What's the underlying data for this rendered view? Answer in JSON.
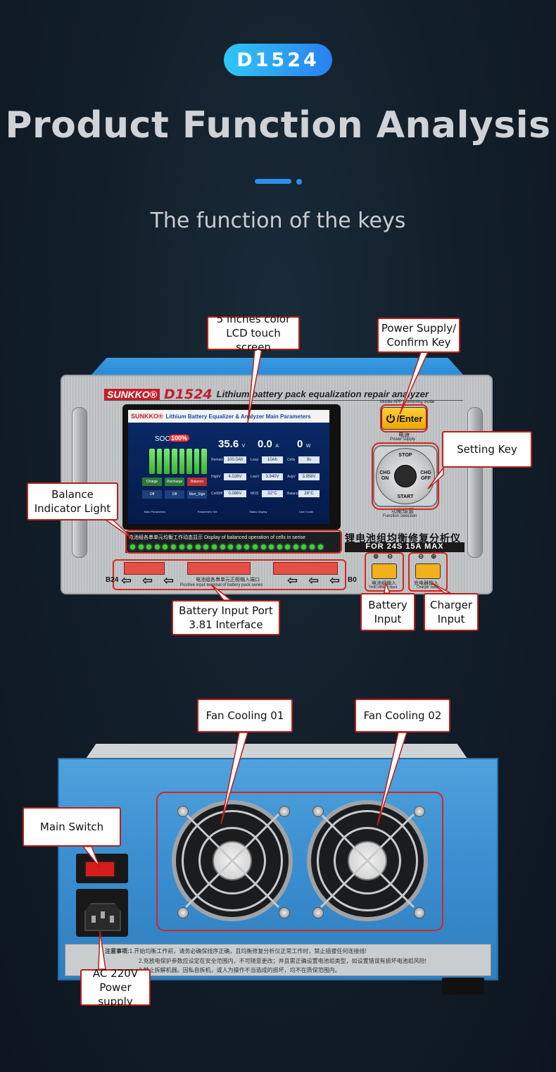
{
  "header": {
    "model_badge": "D1524",
    "title": "Product Function Analysis",
    "subtitle": "The function of the keys"
  },
  "front": {
    "brand_logo": "SUNKKO®",
    "brand_model": "D1524",
    "brand_desc": "Lithium battery pack equalization repair analyzer",
    "screen": {
      "logo": "SUNKKO®",
      "title": "Lithium Battery Equalizer & Analyzer Main Parameters",
      "soc_label": "SOC",
      "soc_value": "100%",
      "voltage": "35.6",
      "voltage_unit": "V",
      "current": "0.0",
      "current_unit": "A",
      "power": "0",
      "power_unit": "W",
      "rows": [
        {
          "l1": "Remain",
          "v1": "100.0Ah",
          "l2": "Loop",
          "v2": "10Ah",
          "l3": "Cells",
          "v3": "9s"
        },
        {
          "l1": "HighV",
          "v1": "4.026V",
          "l2": "LowV",
          "v2": "3.940V",
          "l3": "AvgV",
          "v3": "3.958V"
        },
        {
          "l1": "CellDiff",
          "v1": "0.086V",
          "l2": "MOS",
          "v2": "32°C",
          "l3": "Balance",
          "v3": "28°C"
        }
      ],
      "buttons": [
        "Charge",
        "Discharge",
        "Balance"
      ],
      "buttons2": [
        "Off",
        "Off",
        "Mon_Sign"
      ],
      "nav": [
        "Main Parameters",
        "Parameters Set",
        "Status Display",
        "User Guide"
      ]
    },
    "status_strip": "电池组各串单元均衡工作动态显示 Display of balanced operation of cells in serise",
    "cn_title": "锂电池组均衡修复分析仪",
    "model_max": "FOR 24S 15A MAX",
    "enter_key": "/Enter",
    "power_cn": "电源",
    "power_en": "Power supply",
    "mobile_mode": "Mobile APP monitoring mode",
    "dpad": {
      "up": "STOP",
      "down": "START",
      "left": "CHG ON",
      "right": "CHG OFF"
    },
    "function_cn": "功能设置",
    "function_en": "Function selection",
    "port_left_label": "B24",
    "port_right_label": "B0",
    "port_cn": "电池组各串单元正极输入端口",
    "port_en": "Positive input terminal of battery pack series",
    "battery_cn": "电池组输入",
    "battery_en": "Total voltage input",
    "charger_cn": "充电器输入",
    "charger_en": "Charger input",
    "polarity_plus": "⊕",
    "polarity_minus": "⊖"
  },
  "callouts": {
    "lcd": "5 inches color LCD touch screen",
    "power_key": "Power Supply/ Confirm Key",
    "setting_key": "Setting Key",
    "balance_light": "Balance Indicator Light",
    "battery_port": "Battery Input Port 3.81 Interface",
    "battery_input": "Battery Input",
    "charger_input": "Charger Input",
    "fan1": "Fan Cooling 01",
    "fan2": "Fan Cooling 02",
    "main_switch": "Main Switch",
    "ac_power": "AC 220V Power supply"
  },
  "rear": {
    "notice_title": "注意事项:",
    "notice_1": "1.开始均衡工作前，请务必确保线序正确，且均衡修复分析仪正常工作时，禁止插拔任何连接线!",
    "notice_2": "2.充放电保护参数应设定在安全范围内，不可随意更改；并且需正确设置电池组类型，如设置错误有损坏电池组风险!",
    "notice_3": "3.禁止拆解机器。因私自拆机，或人为操作不当造成的损坏，均不在质保范围内。"
  },
  "colors": {
    "accent_blue": "#2c8ef0",
    "callout_red": "#b8201a",
    "device_blue": "#3b8fd0"
  }
}
